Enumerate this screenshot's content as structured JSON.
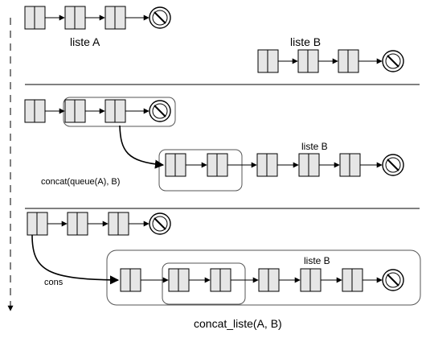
{
  "labels": {
    "liste_a": "liste A",
    "liste_b_top": "liste B",
    "liste_b_middle": "liste B",
    "concat_call": "concat(queue(A), B)",
    "liste_b_bottom": "liste B",
    "cons": "cons",
    "result_title": "concat_liste(A, B)"
  },
  "structure": {
    "panels": 3,
    "panel_1": {
      "list_a_nodes": 3,
      "list_b_nodes": 3
    },
    "panel_2": {
      "head_nodes": 1,
      "queue_a_nodes": 2,
      "list_b_nodes": 3
    },
    "panel_3": {
      "list_a_nodes": 3,
      "result_nodes": 6
    },
    "list_terminator": "nil-symbol"
  }
}
